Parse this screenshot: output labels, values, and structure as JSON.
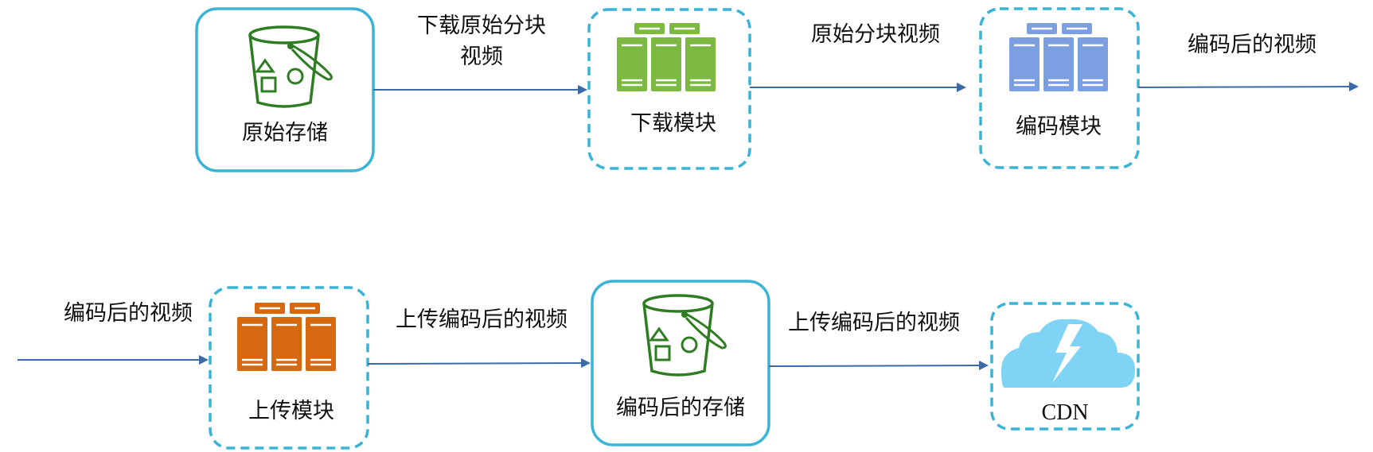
{
  "nodes": {
    "raw_storage": {
      "label": "原始存储",
      "icon": "bucket-icon"
    },
    "download_module": {
      "label": "下载模块",
      "icon": "server-rack-icon",
      "color": "#7cb941"
    },
    "encode_module": {
      "label": "编码模块",
      "icon": "server-rack-icon",
      "color": "#7b9fe0"
    },
    "upload_module": {
      "label": "上传模块",
      "icon": "server-rack-icon",
      "color": "#d6690f"
    },
    "encoded_storage": {
      "label": "编码后的存储",
      "icon": "bucket-icon"
    },
    "cdn": {
      "label": "CDN",
      "icon": "cloud-lightning-icon",
      "color": "#7fd3f5"
    }
  },
  "edges": {
    "e1": {
      "line1": "下载原始分块",
      "line2": "视频"
    },
    "e2": {
      "label": "原始分块视频"
    },
    "e3": {
      "label": "编码后的视频"
    },
    "e4": {
      "label": "编码后的视频"
    },
    "e5": {
      "label": "上传编码后的视频"
    },
    "e6": {
      "label": "上传编码后的视频"
    }
  },
  "colors": {
    "bucket": "#2e7d23",
    "box_border": "#3ab3d6",
    "arrow": "#3d6aa4"
  }
}
